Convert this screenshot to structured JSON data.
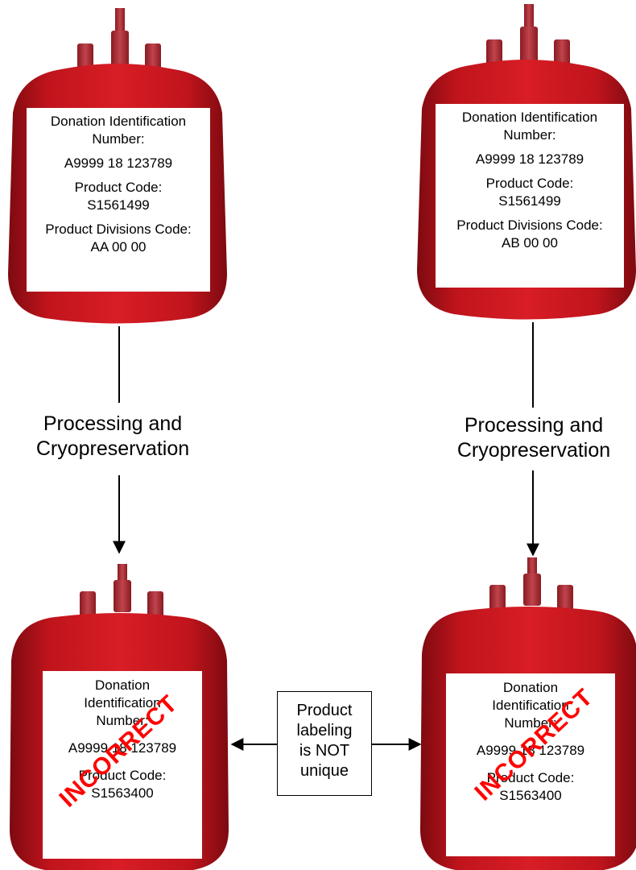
{
  "colors": {
    "bag": "#c0141c",
    "bag_dark": "#8a0a12",
    "stamp": "#ff0000"
  },
  "top_left": {
    "din_label": "Donation Identification",
    "din_label2": "Number:",
    "din": "A9999 18 123789",
    "pc_label": "Product Code:",
    "pc": "S1561499",
    "pdc_label": "Product Divisions Code:",
    "pdc": "AA 00 00"
  },
  "top_right": {
    "din_label": "Donation Identification",
    "din_label2": "Number:",
    "din": "A9999 18 123789",
    "pc_label": "Product Code:",
    "pc": "S1561499",
    "pdc_label": "Product Divisions Code:",
    "pdc": "AB 00 00"
  },
  "process_left": {
    "line1": "Processing and",
    "line2": "Cryopreservation"
  },
  "process_right": {
    "line1": "Processing and",
    "line2": "Cryopreservation"
  },
  "bottom_left": {
    "din_label1": "Donation",
    "din_label2": "Identification",
    "din_label3": "Number:",
    "din": "A9999 18 123789",
    "pc_label": "Product Code:",
    "pc": "S1563400",
    "stamp": "INCORRECT"
  },
  "bottom_right": {
    "din_label1": "Donation",
    "din_label2": "Identification",
    "din_label3": "Number:",
    "din": "A9999 18 123789",
    "pc_label": "Product Code:",
    "pc": "S1563400",
    "stamp": "INCORRECT"
  },
  "middle_note": {
    "line1": "Product",
    "line2": "labeling",
    "line3": "is NOT",
    "line4": "unique"
  }
}
